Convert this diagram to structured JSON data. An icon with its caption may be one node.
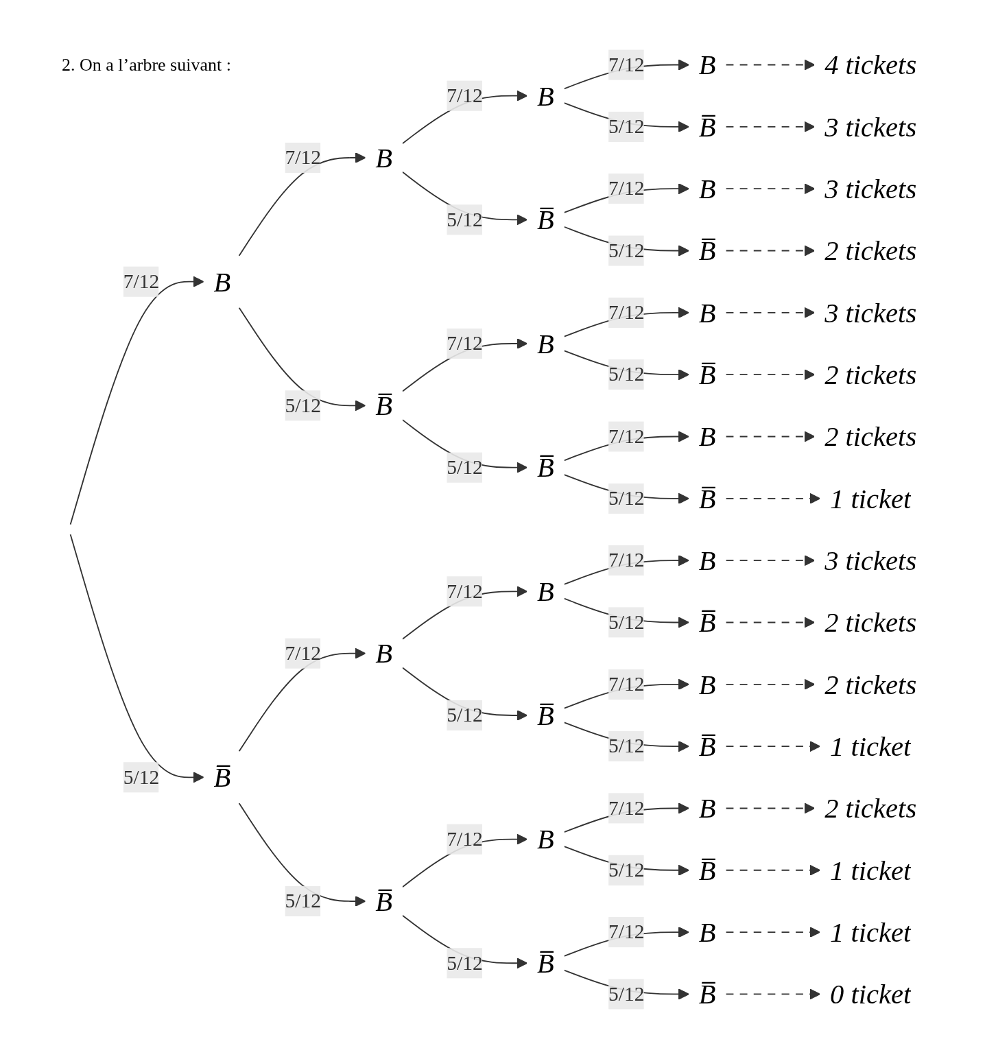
{
  "diagram": {
    "title": "2. On a l’arbre suivant :",
    "nodes": [
      {
        "text": [
          "B"
        ]
      },
      {
        "text": [
          "B̅"
        ]
      },
      {
        "text": [
          "B"
        ]
      },
      {
        "text": [
          "B̅"
        ]
      },
      {
        "text": [
          "B"
        ]
      },
      {
        "text": [
          "B̅"
        ]
      },
      {
        "text": [
          "B"
        ]
      },
      {
        "text": [
          "B̅"
        ]
      },
      {
        "text": [
          "B"
        ]
      },
      {
        "text": [
          "B̅"
        ]
      },
      {
        "text": [
          "B"
        ]
      },
      {
        "text": [
          "B̅"
        ]
      },
      {
        "text": [
          "B"
        ]
      },
      {
        "text": [
          "B̅"
        ]
      },
      {
        "text": [
          "B"
        ]
      },
      {
        "text": [
          "B̅"
        ]
      },
      {
        "text": [
          "B"
        ]
      },
      {
        "text": [
          "B̅"
        ]
      },
      {
        "text": [
          "B"
        ]
      },
      {
        "text": [
          "B̅"
        ]
      },
      {
        "text": [
          "B"
        ]
      },
      {
        "text": [
          "B̅"
        ]
      },
      {
        "text": [
          "B"
        ]
      },
      {
        "text": [
          "B̅"
        ]
      },
      {
        "text": [
          "B"
        ]
      },
      {
        "text": [
          "B̅"
        ]
      },
      {
        "text": [
          "B"
        ]
      },
      {
        "text": [
          "B̅"
        ]
      },
      {
        "text": [
          "B"
        ]
      },
      {
        "text": [
          "B̅"
        ]
      },
      {
        "text": [
          "4 tickets"
        ]
      },
      {
        "text": [
          "3 tickets"
        ]
      },
      {
        "text": [
          "3 tickets"
        ]
      },
      {
        "text": [
          "2 tickets"
        ]
      },
      {
        "text": [
          "3 tickets"
        ]
      },
      {
        "text": [
          "2 tickets"
        ]
      },
      {
        "text": [
          "2 tickets"
        ]
      },
      {
        "text": [
          "1 ticket"
        ]
      },
      {
        "text": [
          "3 tickets"
        ]
      },
      {
        "text": [
          "2 tickets"
        ]
      },
      {
        "text": [
          "2 tickets"
        ]
      },
      {
        "text": [
          "1 ticket"
        ]
      },
      {
        "text": [
          "2 tickets"
        ]
      },
      {
        "text": [
          "1 ticket"
        ]
      },
      {
        "text": [
          "1 ticket"
        ]
      },
      {
        "text": [
          "0 ticket"
        ]
      }
    ],
    "edges": [
      {
        "from": null,
        "to": 0,
        "arrow": "to",
        "label": "7/12"
      },
      {
        "from": null,
        "to": 1,
        "arrow": "to",
        "label": "5/12"
      },
      {
        "from": 0,
        "to": 2,
        "arrow": "to",
        "label": "7/12"
      },
      {
        "from": 0,
        "to": 3,
        "arrow": "to",
        "label": "5/12"
      },
      {
        "from": 1,
        "to": 4,
        "arrow": "to",
        "label": "7/12"
      },
      {
        "from": 1,
        "to": 5,
        "arrow": "to",
        "label": "5/12"
      },
      {
        "from": 2,
        "to": 6,
        "arrow": "to",
        "label": "7/12"
      },
      {
        "from": 2,
        "to": 7,
        "arrow": "to",
        "label": "5/12"
      },
      {
        "from": 3,
        "to": 8,
        "arrow": "to",
        "label": "7/12"
      },
      {
        "from": 3,
        "to": 9,
        "arrow": "to",
        "label": "5/12"
      },
      {
        "from": 4,
        "to": 10,
        "arrow": "to",
        "label": "7/12"
      },
      {
        "from": 4,
        "to": 11,
        "arrow": "to",
        "label": "5/12"
      },
      {
        "from": 5,
        "to": 12,
        "arrow": "to",
        "label": "7/12"
      },
      {
        "from": 5,
        "to": 13,
        "arrow": "to",
        "label": "5/12"
      },
      {
        "from": 6,
        "to": 14,
        "arrow": "to",
        "label": "7/12"
      },
      {
        "from": 6,
        "to": 15,
        "arrow": "to",
        "label": "5/12"
      },
      {
        "from": 7,
        "to": 16,
        "arrow": "to",
        "label": "7/12"
      },
      {
        "from": 7,
        "to": 17,
        "arrow": "to",
        "label": "5/12"
      },
      {
        "from": 8,
        "to": 18,
        "arrow": "to",
        "label": "7/12"
      },
      {
        "from": 8,
        "to": 19,
        "arrow": "to",
        "label": "5/12"
      },
      {
        "from": 9,
        "to": 20,
        "arrow": "to",
        "label": "7/12"
      },
      {
        "from": 9,
        "to": 21,
        "arrow": "to",
        "label": "5/12"
      },
      {
        "from": 10,
        "to": 22,
        "arrow": "to",
        "label": "7/12"
      },
      {
        "from": 10,
        "to": 23,
        "arrow": "to",
        "label": "5/12"
      },
      {
        "from": 11,
        "to": 24,
        "arrow": "to",
        "label": "7/12"
      },
      {
        "from": 11,
        "to": 25,
        "arrow": "to",
        "label": "5/12"
      },
      {
        "from": 12,
        "to": 26,
        "arrow": "to",
        "label": "7/12"
      },
      {
        "from": 12,
        "to": 27,
        "arrow": "to",
        "label": "5/12"
      },
      {
        "from": 13,
        "to": 28,
        "arrow": "to",
        "label": "7/12"
      },
      {
        "from": 13,
        "to": 29,
        "arrow": "to",
        "label": "5/12"
      },
      {
        "from": 14,
        "to": 30,
        "arrow": "to",
        "style": "dashed"
      },
      {
        "from": 15,
        "to": 31,
        "arrow": "to",
        "style": "dashed"
      },
      {
        "from": 16,
        "to": 32,
        "arrow": "to",
        "style": "dashed"
      },
      {
        "from": 17,
        "to": 33,
        "arrow": "to",
        "style": "dashed"
      },
      {
        "from": 18,
        "to": 34,
        "arrow": "to",
        "style": "dashed"
      },
      {
        "from": 19,
        "to": 35,
        "arrow": "to",
        "style": "dashed"
      },
      {
        "from": 20,
        "to": 36,
        "arrow": "to",
        "style": "dashed"
      },
      {
        "from": 21,
        "to": 37,
        "arrow": "to",
        "style": "dashed"
      },
      {
        "from": 22,
        "to": 38,
        "arrow": "to",
        "style": "dashed"
      },
      {
        "from": 23,
        "to": 39,
        "arrow": "to",
        "style": "dashed"
      },
      {
        "from": 24,
        "to": 40,
        "arrow": "to",
        "style": "dashed"
      },
      {
        "from": 25,
        "to": 41,
        "arrow": "to",
        "style": "dashed"
      },
      {
        "from": 26,
        "to": 42,
        "arrow": "to",
        "style": "dashed"
      },
      {
        "from": 27,
        "to": 43,
        "arrow": "to",
        "style": "dashed"
      },
      {
        "from": 28,
        "to": 44,
        "arrow": "to",
        "style": "dashed"
      },
      {
        "from": 29,
        "to": 45,
        "arrow": "to",
        "style": "dashed"
      }
    ]
  }
}
